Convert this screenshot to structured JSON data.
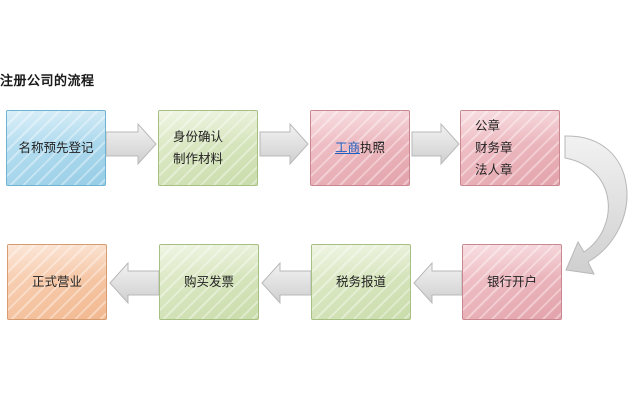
{
  "title": "注册公司的流程",
  "steps": [
    {
      "lines": [
        "名称预先登记"
      ]
    },
    {
      "lines": [
        "身份确认",
        "制作材料"
      ]
    },
    {
      "lines": [
        "执照"
      ],
      "link": "工商"
    },
    {
      "lines": [
        "公章",
        "财务章",
        "法人章"
      ]
    },
    {
      "lines": [
        "银行开户"
      ]
    },
    {
      "lines": [
        "税务报道"
      ]
    },
    {
      "lines": [
        "购买发票"
      ]
    },
    {
      "lines": [
        "正式营业"
      ]
    }
  ],
  "colors": {
    "blue": "#96cde6",
    "green": "#c9dcaa",
    "pink": "#e3a2ab",
    "orange": "#f2b88f",
    "arrow_fill": "#e3e3e3",
    "arrow_stroke": "#b8b8b8"
  }
}
